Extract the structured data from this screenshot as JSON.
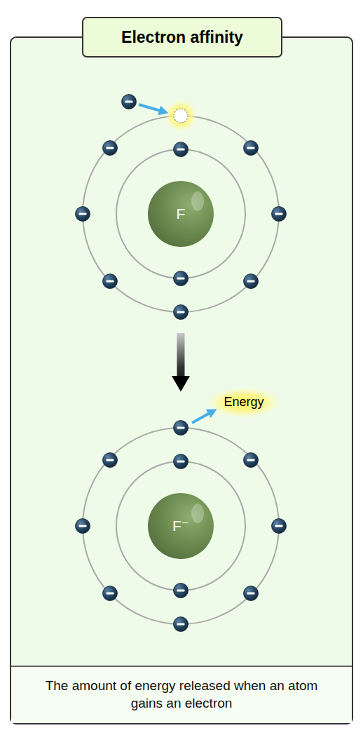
{
  "diagram": {
    "title": "Electron affinity",
    "caption": "The amount of energy released when an atom gains an electron",
    "nodes": [
      {
        "text": [
          "F"
        ]
      },
      {
        "text": [
          "F⁻"
        ]
      }
    ],
    "edges": [
      {
        "from": 0,
        "to": 1,
        "arrow": "to"
      }
    ],
    "labels": [
      "Energy"
    ]
  }
}
